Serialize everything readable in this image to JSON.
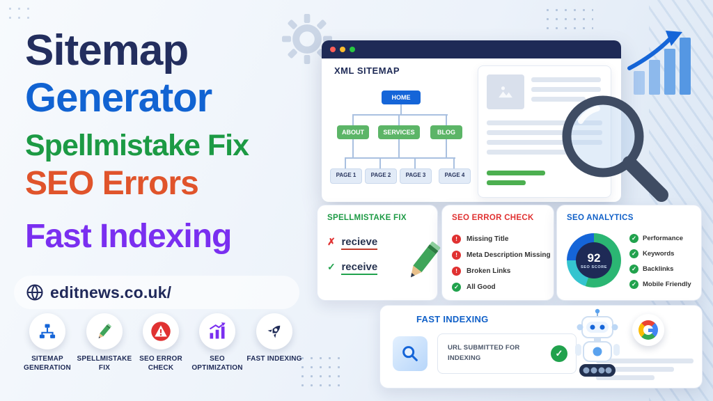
{
  "colors": {
    "navy": "#232e5e",
    "blue": "#1163d2",
    "green": "#1c9a44",
    "orange": "#e0542b",
    "purple": "#7a2ff0",
    "red": "#e03131",
    "check_green": "#21a24d",
    "window_bar": "#1e2a56",
    "window_dots": [
      "#ff5f57",
      "#ffbd2e",
      "#28c840"
    ]
  },
  "glyphs": {
    "check": "✓",
    "cross": "✗",
    "error": "!"
  },
  "hero": {
    "lines": [
      {
        "text": "Sitemap"
      },
      {
        "text": "Generator"
      },
      {
        "text": "Spellmistake Fix"
      },
      {
        "text": "SEO Errors"
      },
      {
        "text": "Fast Indexing"
      }
    ],
    "site_url": "editnews.co.uk/"
  },
  "features": [
    {
      "label": "SITEMAP GENERATION"
    },
    {
      "label": "SPELLMISTAKE FIX"
    },
    {
      "label": "SEO ERROR CHECK"
    },
    {
      "label": "SEO OPTIMIZATION"
    },
    {
      "label": "FAST INDEXING"
    }
  ],
  "browser": {
    "heading": "XML SITEMAP",
    "root": "HOME",
    "level2": [
      "ABOUT",
      "SERVICES",
      "BLOG"
    ],
    "level3": [
      "PAGE 1",
      "PAGE 2",
      "PAGE 3",
      "PAGE 4"
    ]
  },
  "cards": {
    "spellfix": {
      "title": "SPELLMISTAKE FIX",
      "wrong": "recieve",
      "correct": "receive"
    },
    "seo_errors": {
      "title": "SEO ERROR CHECK",
      "items": [
        {
          "label": "Missing Title",
          "status": "error"
        },
        {
          "label": "Meta Description Missing",
          "status": "error"
        },
        {
          "label": "Broken Links",
          "status": "error"
        },
        {
          "label": "All Good",
          "status": "ok"
        }
      ]
    },
    "analytics": {
      "title": "SEO ANALYTICS",
      "score": "92",
      "score_label": "SEO SCORE",
      "legend": [
        {
          "label": "Performance"
        },
        {
          "label": "Keywords"
        },
        {
          "label": "Backlinks"
        },
        {
          "label": "Mobile Friendly"
        }
      ]
    },
    "fast_indexing": {
      "title": "FAST INDEXING",
      "status": "URL SUBMITTED FOR INDEXING"
    }
  }
}
